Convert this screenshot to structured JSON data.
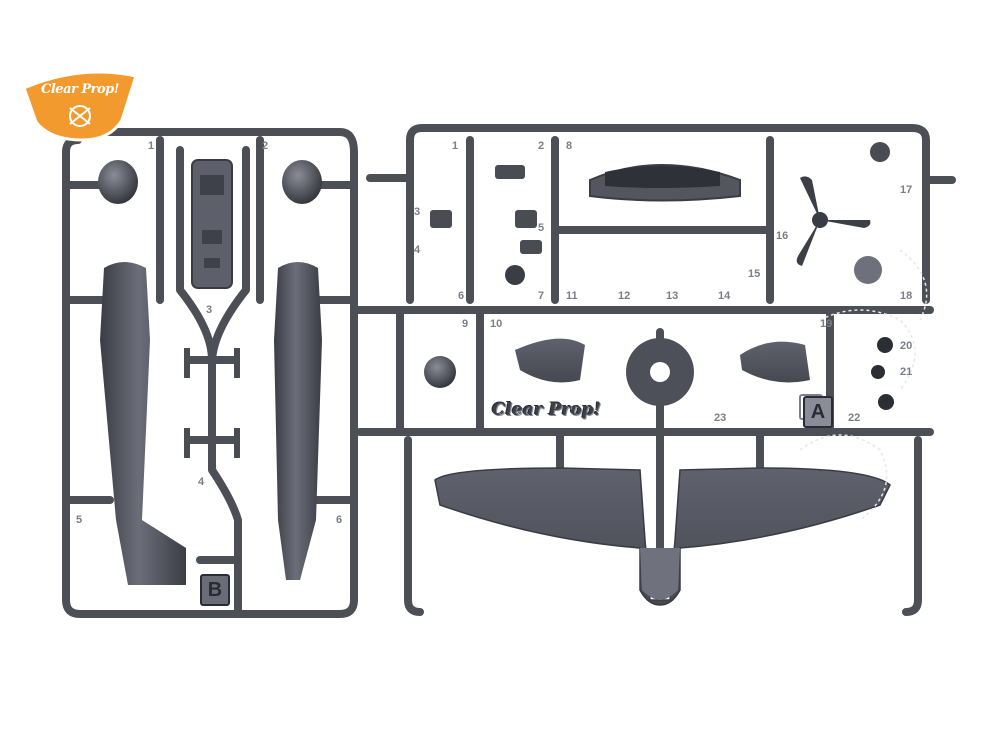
{
  "brand": {
    "name": "Clear Prop!",
    "sprue_embossed_name": "Clear Prop!",
    "logo_color": "#f29a2e"
  },
  "sprues": [
    {
      "letter": "B",
      "part_numbers": [
        "1",
        "2",
        "3",
        "4",
        "5",
        "6"
      ]
    },
    {
      "letter": "A",
      "part_numbers": [
        "1",
        "2",
        "3",
        "4",
        "5",
        "6",
        "7",
        "8",
        "9",
        "10",
        "11",
        "12",
        "13",
        "14",
        "15",
        "16",
        "17",
        "18",
        "19",
        "20",
        "21",
        "22",
        "23"
      ]
    }
  ],
  "colors": {
    "plastic": "#55575f",
    "plastic_dark": "#3a3c44",
    "plastic_light": "#7d808b",
    "background": "#ffffff"
  }
}
